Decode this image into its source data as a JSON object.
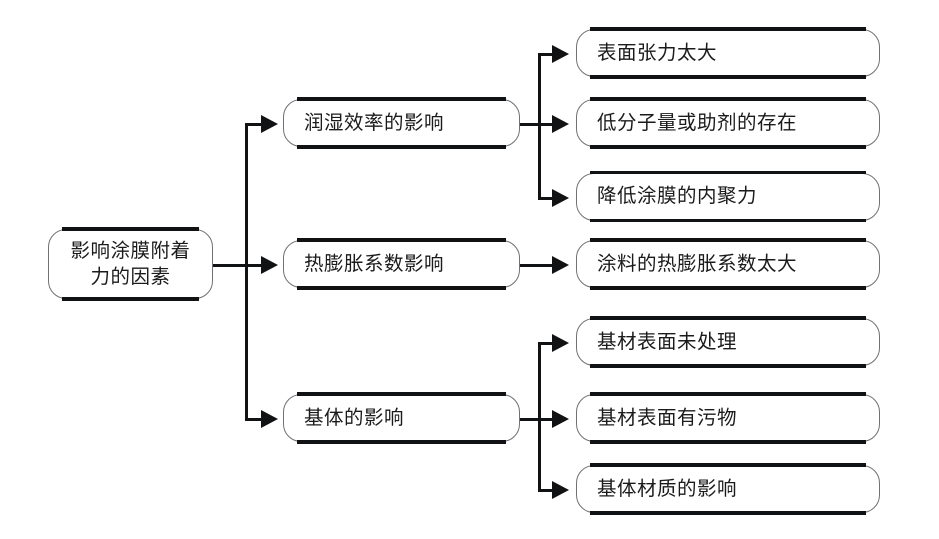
{
  "diagram": {
    "title_text": "影响涂膜附着力的因素",
    "root": {
      "label": "影响涂膜附着\n力的因素"
    },
    "branches": [
      {
        "label": "润湿效率的影响",
        "children": [
          {
            "label": "表面张力太大"
          },
          {
            "label": "低分子量或助剂的存在"
          },
          {
            "label": "降低涂膜的内聚力"
          }
        ]
      },
      {
        "label": "热膨胀系数影响",
        "children": [
          {
            "label": "涂料的热膨胀系数太大"
          }
        ]
      },
      {
        "label": "基体的影响",
        "children": [
          {
            "label": "基材表面未处理"
          },
          {
            "label": "基材表面有污物"
          },
          {
            "label": "基体材质的影响"
          }
        ]
      }
    ],
    "colors": {
      "background": "#ffffff",
      "box_outline": "#6f7176",
      "accent_line": "#111214",
      "text": "#1b1b1b"
    }
  }
}
